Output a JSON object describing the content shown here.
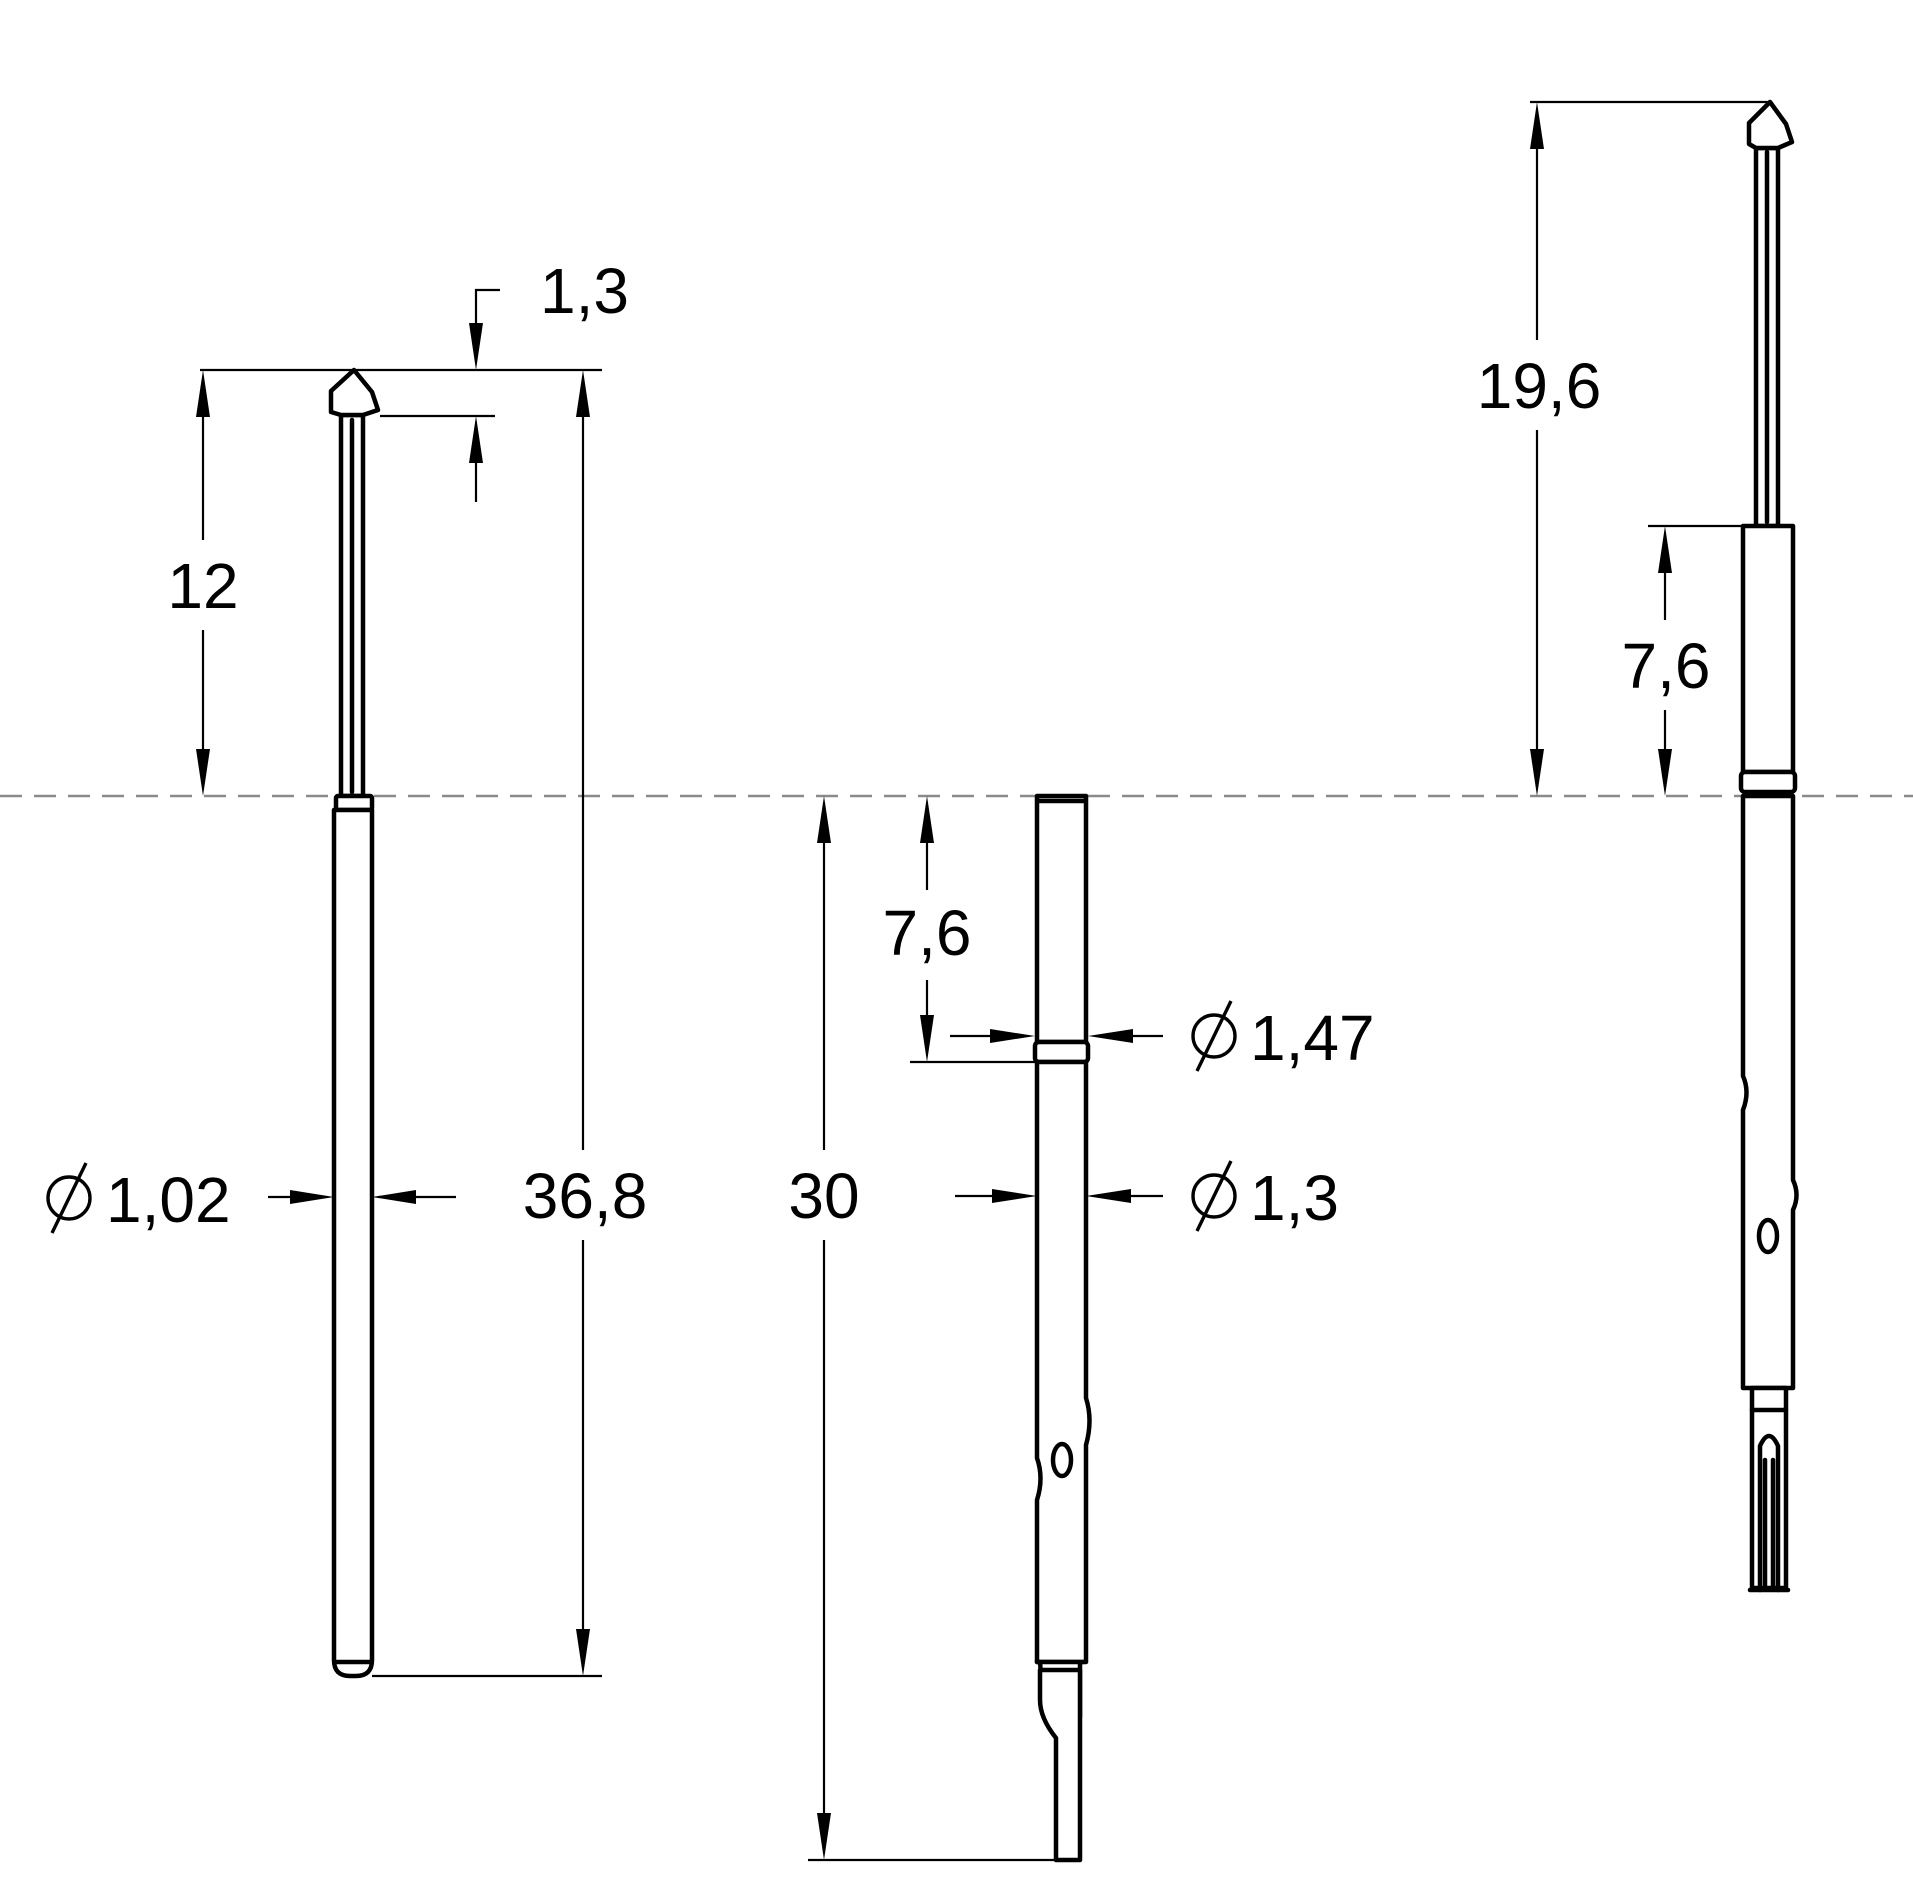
{
  "dimensions": {
    "tip_offset": "1,3",
    "plunger_length": "12",
    "plunger_diameter": "1,02",
    "plunger_total_length": "36,8",
    "barrel_length": "30",
    "barrel_ring_distance": "7,6",
    "barrel_ring_diameter": "1,47",
    "barrel_diameter": "1,3",
    "assembly_tip_height": "19,6",
    "assembly_ring_distance": "7,6"
  },
  "symbols": {
    "diameter": "diameter-symbol"
  },
  "colors": {
    "line": "#000000",
    "centerline": "#8a8a8a",
    "background": "#ffffff"
  }
}
